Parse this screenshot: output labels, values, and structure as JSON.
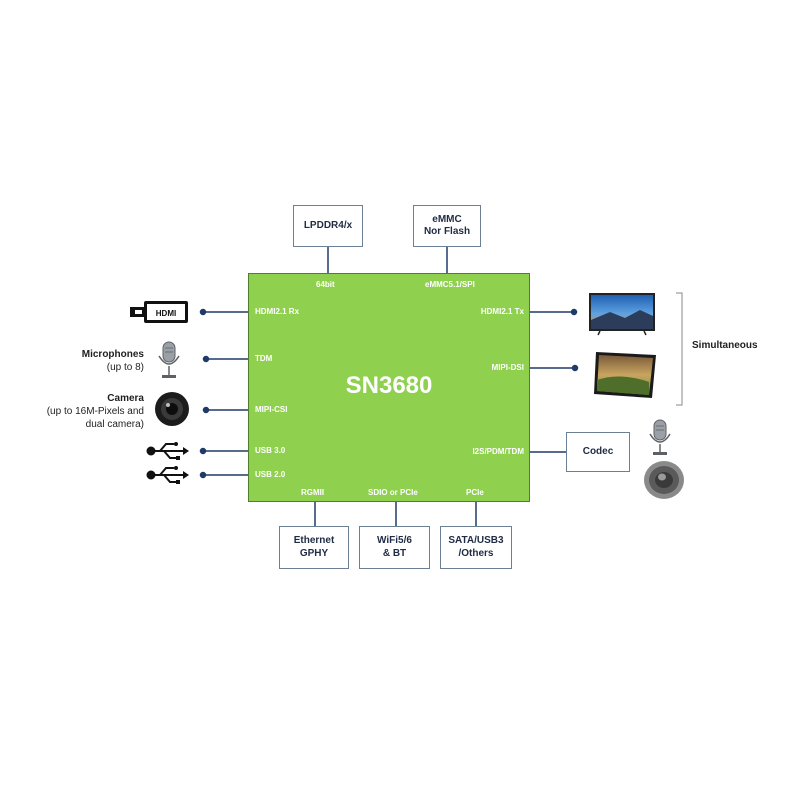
{
  "chip": {
    "name": "SN3680",
    "ports": {
      "top_left": "64bit",
      "top_right": "eMMC5.1/SPI",
      "left_hdmi": "HDMI2.1 Rx",
      "left_tdm": "TDM",
      "left_mipi": "MIPI-CSI",
      "left_usb3": "USB 3.0",
      "left_usb2": "USB 2.0",
      "right_hdmi": "HDMI2.1 Tx",
      "right_mipi": "MIPI-DSI",
      "right_i2s": "I2S/PDM/TDM",
      "bottom_rgmii": "RGMII",
      "bottom_sdio": "SDIO or PCIe",
      "bottom_pcie": "PCIe"
    }
  },
  "boxes": {
    "lpddr": "LPDDR4/x",
    "emmc": "eMMC\nNor Flash",
    "ethernet": "Ethernet\nGPHY",
    "wifi": "WiFi5/6\n& BT",
    "sata": "SATA/USB3\n/Others",
    "codec": "Codec"
  },
  "peripherals": {
    "microphones_title": "Microphones",
    "microphones_sub": "(up to 8)",
    "camera_title": "Camera",
    "camera_sub1": "(up to 16M-Pixels and",
    "camera_sub2": "dual camera)",
    "hdmi_logo": "HDMI",
    "simultaneous": "Simultaneous"
  },
  "colors": {
    "chip_fill": "#8fd14f",
    "connector_line": "#1f3a68",
    "box_border": "#6b7f95"
  },
  "icons": [
    "hdmi-cable-icon",
    "microphone-icon",
    "camera-icon",
    "usb-icon",
    "tv-icon",
    "monitor-icon",
    "speaker-icon"
  ]
}
